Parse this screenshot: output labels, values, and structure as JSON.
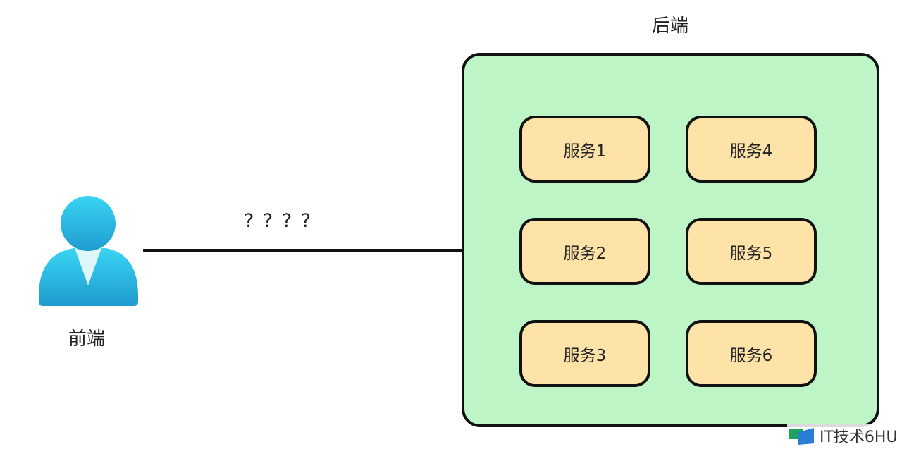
{
  "backend": {
    "title": "后端"
  },
  "frontend": {
    "label": "前端"
  },
  "connection": {
    "label": "? ? ? ?"
  },
  "services": [
    {
      "id": "svc1",
      "label": "服务1"
    },
    {
      "id": "svc2",
      "label": "服务2"
    },
    {
      "id": "svc3",
      "label": "服务3"
    },
    {
      "id": "svc4",
      "label": "服务4"
    },
    {
      "id": "svc5",
      "label": "服务5"
    },
    {
      "id": "svc6",
      "label": "服务6"
    }
  ],
  "watermark": {
    "text": "IT技术6HU"
  },
  "colors": {
    "backend_fill": "#bdf5c6",
    "service_fill": "#fde3a8",
    "user_icon": "#2bb6e0",
    "stroke": "#111111"
  }
}
